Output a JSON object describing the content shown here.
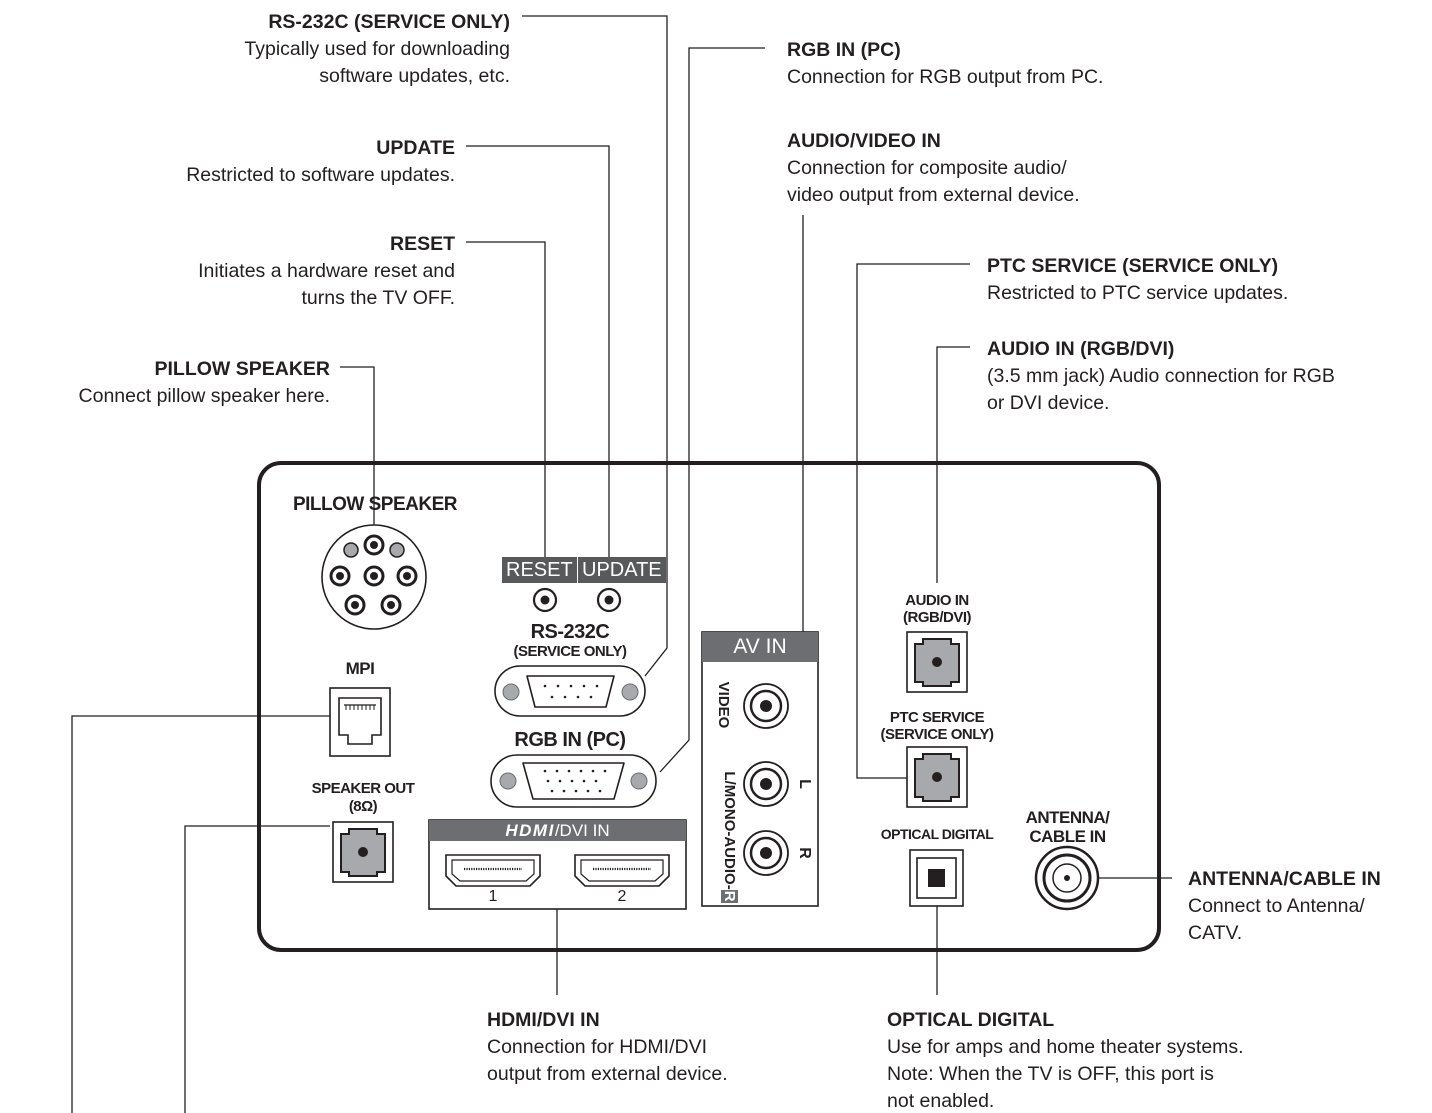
{
  "callouts": {
    "rs232c": {
      "title": "RS-232C (SERVICE ONLY)",
      "desc1": "Typically used for downloading",
      "desc2": "software updates, etc."
    },
    "update": {
      "title": "UPDATE",
      "desc1": "Restricted to software updates."
    },
    "reset": {
      "title": "RESET",
      "desc1": "Initiates a hardware reset and",
      "desc2": "turns the TV OFF."
    },
    "pillow": {
      "title": "PILLOW SPEAKER",
      "desc1": "Connect pillow speaker here."
    },
    "rgb_in": {
      "title": "RGB IN (PC)",
      "desc1": "Connection for RGB output from PC."
    },
    "av_in": {
      "title": "AUDIO/VIDEO IN",
      "desc1": "Connection for composite audio/",
      "desc2": "video output from external device."
    },
    "ptc": {
      "title": "PTC SERVICE (SERVICE ONLY)",
      "desc1": "Restricted to PTC service updates."
    },
    "audio_in": {
      "title": "AUDIO IN (RGB/DVI)",
      "desc1": "(3.5 mm jack) Audio connection for RGB",
      "desc2": "or DVI device."
    },
    "antenna": {
      "title": "ANTENNA/CABLE IN",
      "desc1": "Connect to Antenna/",
      "desc2": "CATV."
    },
    "hdmi": {
      "title": "HDMI/DVI IN",
      "desc1": "Connection for HDMI/DVI",
      "desc2": "output from external device."
    },
    "optical": {
      "title": "OPTICAL DIGITAL",
      "desc1": "Use for amps and home theater systems.",
      "desc2": "Note: When the TV is OFF, this port is",
      "desc3": "not enabled."
    }
  },
  "panel": {
    "pillow_speaker": "PILLOW SPEAKER",
    "reset": "RESET",
    "update": "UPDATE",
    "rs232c": "RS-232C",
    "rs232c_sub": "(SERVICE ONLY)",
    "mpi": "MPI",
    "rgb_in": "RGB IN (PC)",
    "speaker_out": "SPEAKER OUT",
    "speaker_out_sub": "(8Ω)",
    "hdmi_logo": "HDMI",
    "hdmi_suffix": "/DVI IN",
    "hdmi_1": "1",
    "hdmi_2": "2",
    "av_in": "AV IN",
    "video": "VIDEO",
    "l_mono_audio": "L/MONO-AUDIO-",
    "r_tag": "R",
    "l": "L",
    "r": "R",
    "audio_in": "AUDIO IN",
    "audio_in_sub": "(RGB/DVI)",
    "ptc_service": "PTC SERVICE",
    "ptc_service_sub": "(SERVICE ONLY)",
    "optical_digital": "OPTICAL DIGITAL",
    "antenna": "ANTENNA/",
    "cable_in": "CABLE IN"
  }
}
